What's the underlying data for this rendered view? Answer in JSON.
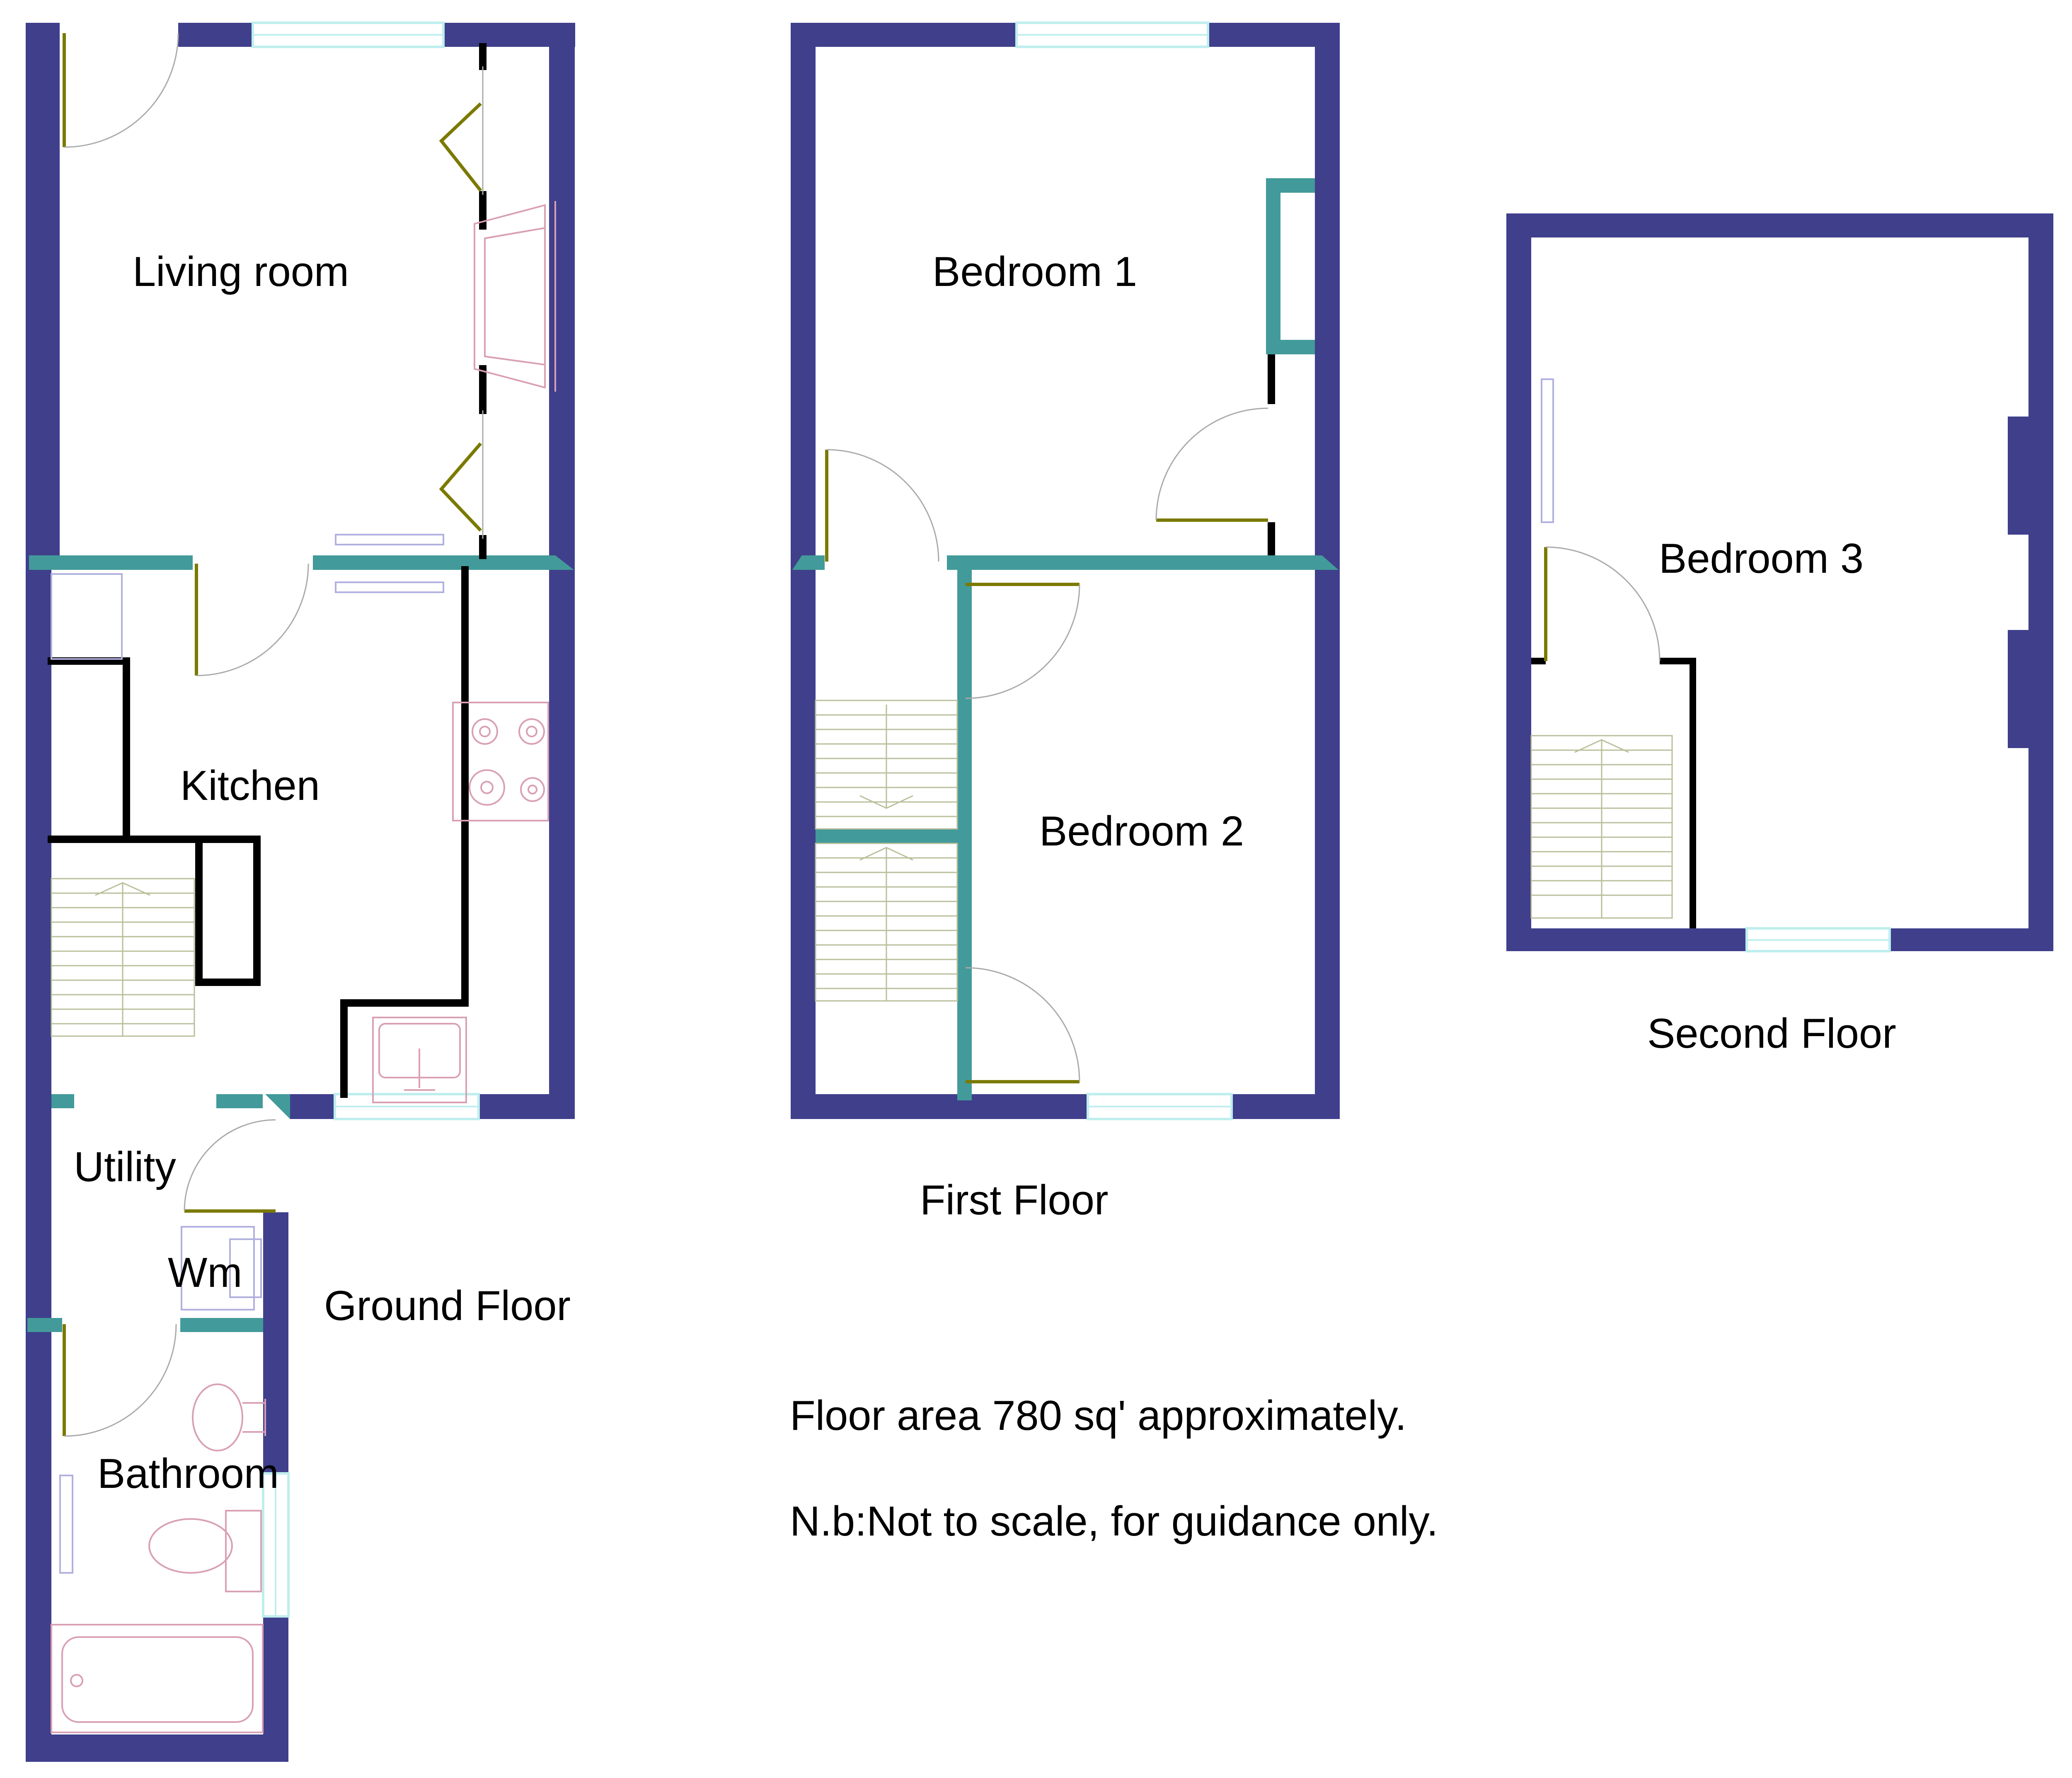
{
  "colors": {
    "outer_wall": "#3f3f8c",
    "inner_wall": "#439a9a",
    "partition": "#000000",
    "door": "#7a7a00",
    "window": "#bfeeee",
    "fixture": "#d9a0b4",
    "stair": "#b8bf9a",
    "background": "#ffffff"
  },
  "icons": [
    "door-swing-icon",
    "window-icon",
    "staircase-icon",
    "hob-icon",
    "sink-icon",
    "basin-icon",
    "toilet-icon",
    "bath-icon",
    "washing-machine-icon",
    "fireplace-icon"
  ],
  "ground_floor": {
    "title": "Ground Floor",
    "rooms": {
      "living_room": "Living room",
      "kitchen": "Kitchen",
      "utility": "Utility",
      "wm": "Wm",
      "bathroom": "Bathroom"
    }
  },
  "first_floor": {
    "title": "First Floor",
    "rooms": {
      "bedroom_1": "Bedroom 1",
      "bedroom_2": "Bedroom 2"
    }
  },
  "second_floor": {
    "title": "Second Floor",
    "rooms": {
      "bedroom_3": "Bedroom 3"
    }
  },
  "notes": {
    "floor_area": "Floor area 780 sq' approximately.",
    "disclaimer": "N.b:Not to scale, for guidance only."
  }
}
